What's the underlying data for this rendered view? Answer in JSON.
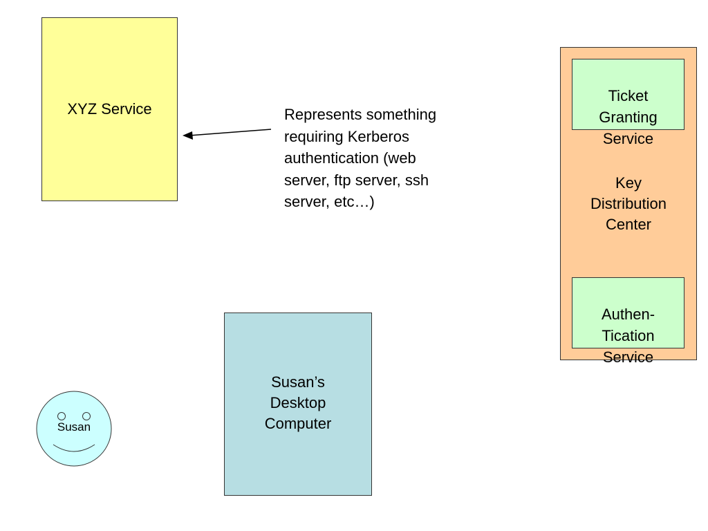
{
  "colors": {
    "xyz_fill": "#FFFF99",
    "desktop_fill": "#B7DEE3",
    "kdc_fill": "#FFCC99",
    "kdc_sub_fill": "#CCFFCC",
    "face_fill": "#CCFFFF"
  },
  "nodes": {
    "xyz_service": "XYZ Service",
    "desktop": "Susan’s\nDesktop\nComputer",
    "kdc": "Key\nDistribution\nCenter",
    "ticket_granting": "Ticket\nGranting\nService",
    "authentication": "Authen-\nTication\nService"
  },
  "note": "Represents something\nrequiring Kerberos\nauthentication (web\nserver, ftp server, ssh\nserver, etc…)",
  "user": {
    "name": "Susan",
    "icon": "smiley-face-icon"
  }
}
